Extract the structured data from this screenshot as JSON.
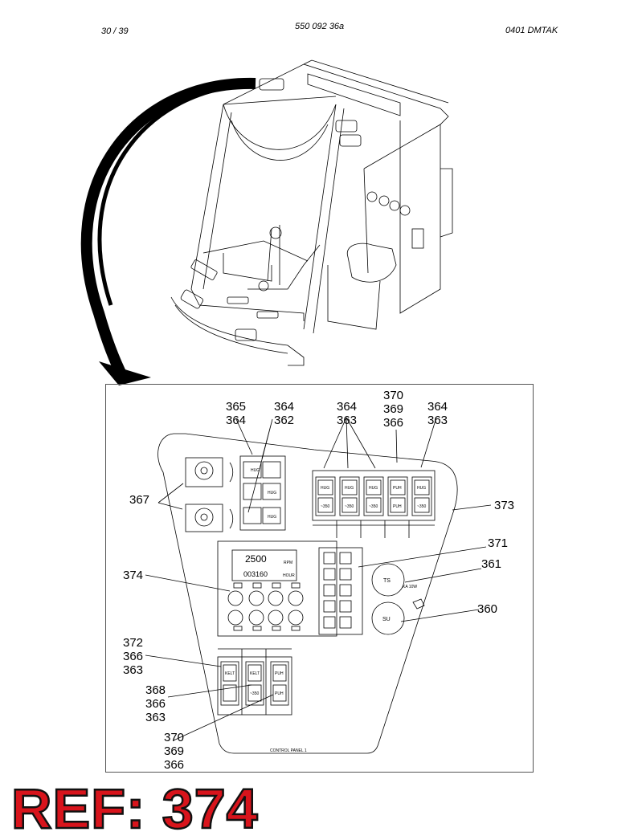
{
  "header": {
    "page": "30 / 39",
    "doc_number": "550 092 36a",
    "doc_code": "0401   DMTAK"
  },
  "callouts": [
    {
      "id": "c1",
      "lines": [
        "365",
        "364"
      ]
    },
    {
      "id": "c2",
      "lines": [
        "364",
        "362"
      ]
    },
    {
      "id": "c3",
      "lines": [
        "364",
        "363"
      ]
    },
    {
      "id": "c4",
      "lines": [
        "370",
        "369",
        "366"
      ]
    },
    {
      "id": "c5",
      "lines": [
        "364",
        "363"
      ]
    },
    {
      "id": "c6",
      "lines": [
        "367"
      ]
    },
    {
      "id": "c7",
      "lines": [
        "373"
      ]
    },
    {
      "id": "c8",
      "lines": [
        "371"
      ]
    },
    {
      "id": "c9",
      "lines": [
        "361"
      ]
    },
    {
      "id": "c10",
      "lines": [
        "374"
      ]
    },
    {
      "id": "c11",
      "lines": [
        "360"
      ]
    },
    {
      "id": "c12",
      "lines": [
        "372",
        "366",
        "363"
      ]
    },
    {
      "id": "c13",
      "lines": [
        "368",
        "366",
        "363"
      ]
    },
    {
      "id": "c14",
      "lines": [
        "370",
        "369",
        "366"
      ]
    }
  ],
  "display": {
    "rpm_value": "2500",
    "rpm_unit": "RPM",
    "hour_value": "003160",
    "hour_unit": "HOUR"
  },
  "panel_labels": {
    "ts": "TS",
    "su": "SU",
    "control_panel": "CONTROL PANEL 1",
    "rocker_top": "HUG",
    "rocker_bottom": "~350",
    "push_top": "PUH",
    "push_bottom": "PUH",
    "kelt": "KELT",
    "ts_spec": "KA 10W"
  },
  "ref": "REF: 374"
}
